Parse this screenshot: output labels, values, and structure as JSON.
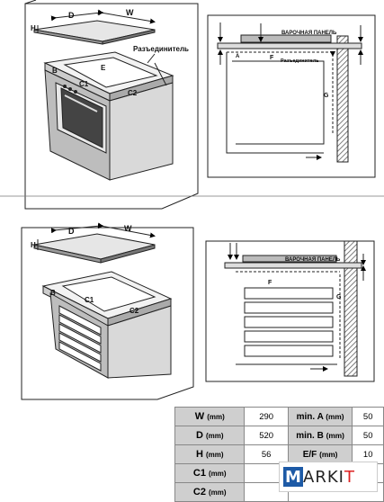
{
  "top": {
    "labels": {
      "d": "D",
      "w": "W",
      "h": "H",
      "b": "B",
      "e": "E",
      "c1": "C1",
      "c2": "C2",
      "separator": "Разъединитель"
    },
    "section": {
      "panel": "ВАРОЧНАЯ ПАНЕЛЬ",
      "f": "F",
      "separator": "Разъединитель",
      "a": "A",
      "g": "G"
    }
  },
  "bottom": {
    "labels": {
      "d": "D",
      "w": "W",
      "h": "H",
      "b": "B",
      "c1": "C1",
      "c2": "C2"
    },
    "section": {
      "panel": "ВАРОЧНАЯ ПАНЕЛЬ",
      "f": "F",
      "g": "G"
    }
  },
  "table": {
    "unit": "(mm)",
    "rows": [
      {
        "key": "W",
        "value": "290",
        "key2": "min. A",
        "value2": "50"
      },
      {
        "key": "D",
        "value": "520",
        "key2": "min. B",
        "value2": "50"
      },
      {
        "key": "H",
        "value": "56",
        "key2": "E/F",
        "value2": "10"
      },
      {
        "key": "C1",
        "value": "",
        "key2": "",
        "value2": ""
      },
      {
        "key": "C2",
        "value": "",
        "key2": "",
        "value2": ""
      }
    ]
  },
  "logo": {
    "text_a": "ARKI",
    "text_b": "T",
    "mark": "M"
  }
}
